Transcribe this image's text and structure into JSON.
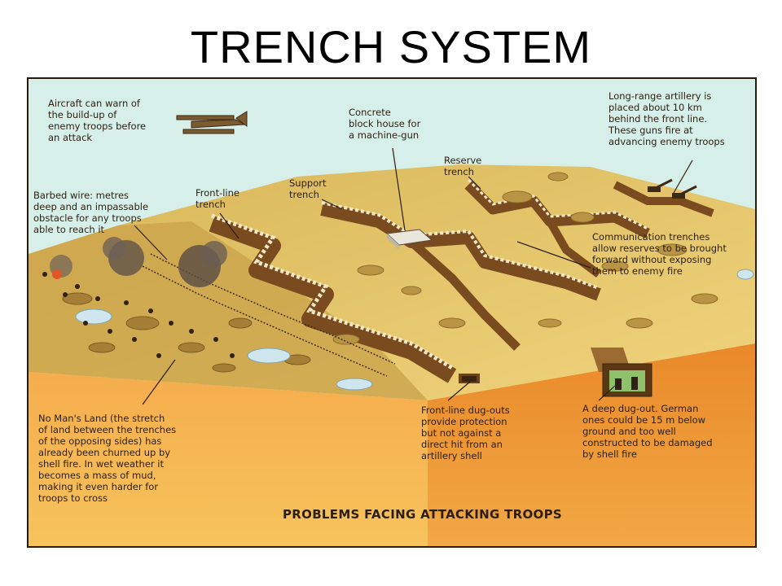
{
  "slide": {
    "title": "TRENCH SYSTEM"
  },
  "diagram": {
    "caption": "PROBLEMS FACING ATTACKING TROOPS",
    "labels": {
      "aircraft": "Aircraft can warn of\nthe build-up of\nenemy troops before\nan attack",
      "concrete": "Concrete\nblock house for\na machine-gun",
      "artillery": "Long-range artillery is\nplaced about 10 km\nbehind the front line.\nThese guns fire at\nadvancing enemy troops",
      "reserve": "Reserve\ntrench",
      "support": "Support\ntrench",
      "frontline": "Front-line\ntrench",
      "barbed": "Barbed wire: metres\ndeep and an impassable\nobstacle for any troops\nable to reach it",
      "communication": "Communication trenches\nallow reserves to be brought\nforward without exposing\nthem to enemy fire",
      "nomansland": "No Man's Land (the stretch\nof land between the trenches\nof the opposing sides) has\nalready been churned up by\nshell fire. In wet weather it\nbecomes a mass of mud,\nmaking it even harder for\ntroops to cross",
      "dugouts": "Front-line dug-outs\nprovide protection\nbut not against a\ndirect hit from an\nartillery shell",
      "deepdugout": "A deep dug-out. German\nones could be 15 m below\nground and too well\nconstructed to be damaged\nby shell fire"
    }
  },
  "colors": {
    "sky": "#d7efe9",
    "ground_top": "#e6c35e",
    "ground_side": "#f0a23c",
    "trench_wall": "#8a5a2a",
    "sandbag": "#f2e6c2",
    "text": "#2b1e12"
  }
}
